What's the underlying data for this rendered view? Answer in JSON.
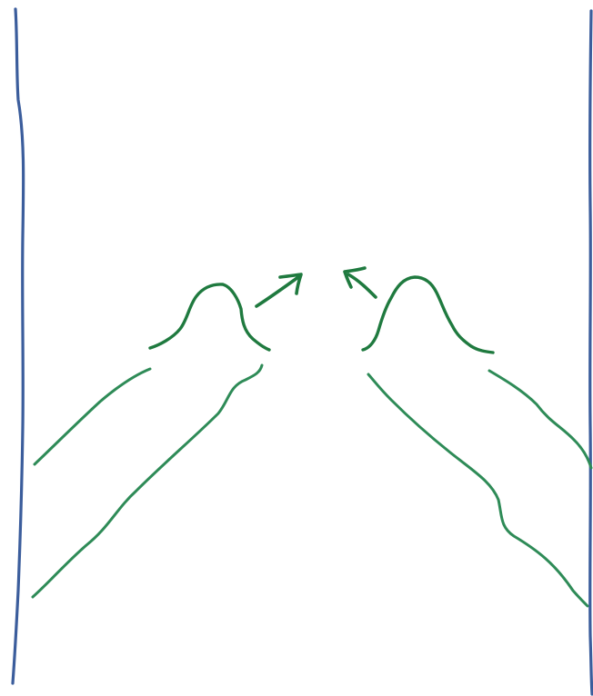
{
  "diagram": {
    "kind": "hand-drawn sketch",
    "elements": [
      "left-wall",
      "right-wall",
      "left-flow-shape",
      "right-flow-shape",
      "left-arrow",
      "right-arrow"
    ],
    "arrow_direction": "toward-center"
  },
  "colors": {
    "background": "#ffffff",
    "wall": "#3b5d9c",
    "flow_outline": "#2e8b57",
    "flow_tip": "#1f7a3f"
  }
}
